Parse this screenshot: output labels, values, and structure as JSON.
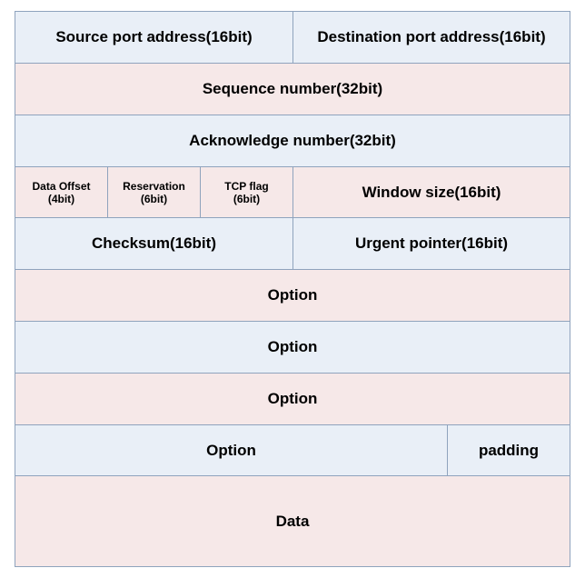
{
  "header_fields": {
    "source_port": "Source port address(16bit)",
    "destination_port": "Destination port address(16bit)",
    "sequence_number": "Sequence number(32bit)",
    "acknowledge_number": "Acknowledge number(32bit)",
    "data_offset": {
      "line1": "Data Offset",
      "line2": "(4bit)"
    },
    "reservation": {
      "line1": "Reservation",
      "line2": "(6bit)"
    },
    "tcp_flag": {
      "line1": "TCP flag",
      "line2": "(6bit)"
    },
    "window_size": "Window size(16bit)",
    "checksum": "Checksum(16bit)",
    "urgent_pointer": "Urgent pointer(16bit)",
    "options": [
      "Option",
      "Option",
      "Option",
      "Option"
    ],
    "padding": "padding",
    "data": "Data"
  },
  "colors": {
    "blue_fill": "#e9eff7",
    "pink_fill": "#f6e8e8",
    "border": "#8fa3bd"
  }
}
